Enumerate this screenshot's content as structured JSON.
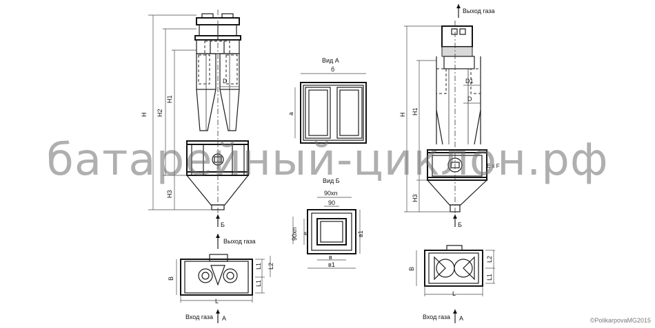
{
  "watermark": "батарейный-циклон.рф",
  "copyright": "©PolikarpovaMG2015",
  "labels": {
    "gas_out": "Выход газа",
    "gas_in": "Вход газа",
    "view_a": "Вид А",
    "view_b": "Вид Б",
    "H": "H",
    "H1": "H1",
    "H2": "H2",
    "H3": "H3",
    "D": "D",
    "D1": "D1",
    "L": "L",
    "L1": "L1",
    "L2": "L2",
    "B": "B",
    "A": "A",
    "B_arrow": "Б",
    "b": "б",
    "a": "а",
    "e": "е",
    "v": "в",
    "v1": "в1",
    "n90": "90хn",
    "s90": "90",
    "ExF": "E x F"
  }
}
